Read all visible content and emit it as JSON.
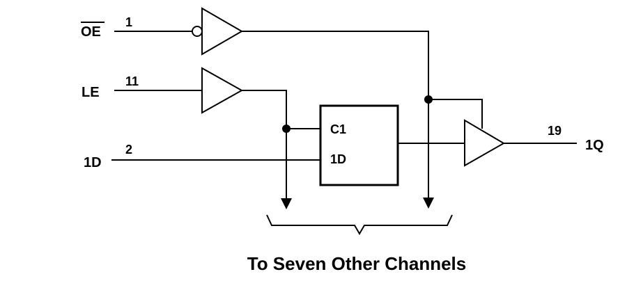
{
  "signals": {
    "oe": "OE",
    "le": "LE",
    "d_in": "1D",
    "q_out": "1Q"
  },
  "pins": {
    "oe": "1",
    "le": "11",
    "d_in": "2",
    "q_out": "19"
  },
  "latch": {
    "clock_label": "C1",
    "data_label": "1D"
  },
  "caption": "To Seven Other Channels"
}
